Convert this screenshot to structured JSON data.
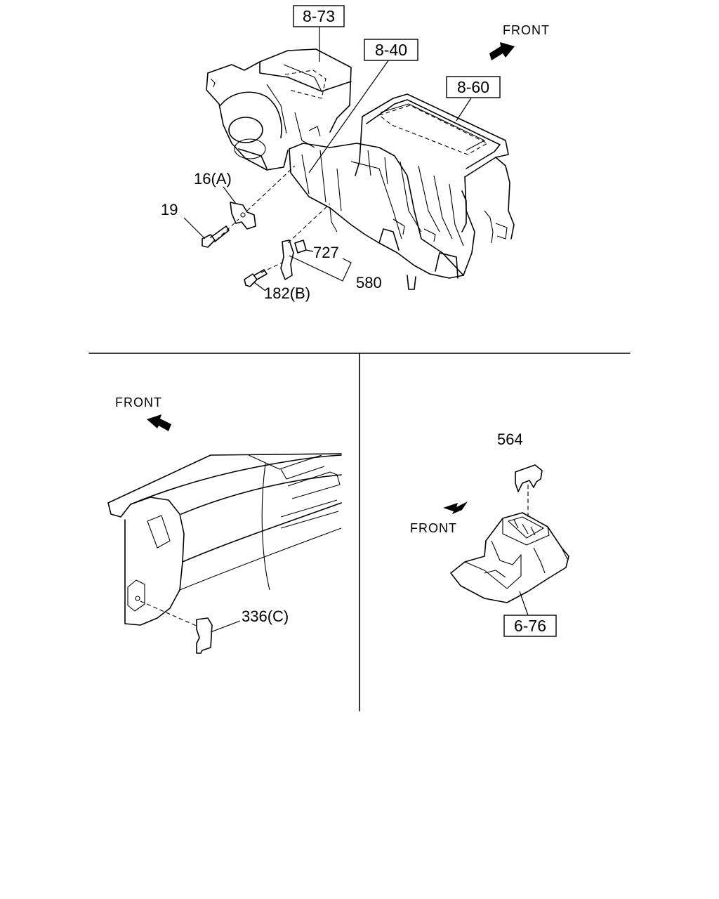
{
  "top_diagram": {
    "front_label": "FRONT",
    "ref_boxes": {
      "r873": "8-73",
      "r840": "8-40",
      "r860": "8-60"
    },
    "parts": {
      "p16a": "16(A)",
      "p19": "19",
      "p727": "727",
      "p580": "580",
      "p182b": "182(B)"
    }
  },
  "bottom_left_diagram": {
    "front_label": "FRONT",
    "parts": {
      "p336c": "336(C)"
    }
  },
  "bottom_right_diagram": {
    "front_label": "FRONT",
    "ref_boxes": {
      "r676": "6-76"
    },
    "parts": {
      "p564": "564"
    }
  }
}
